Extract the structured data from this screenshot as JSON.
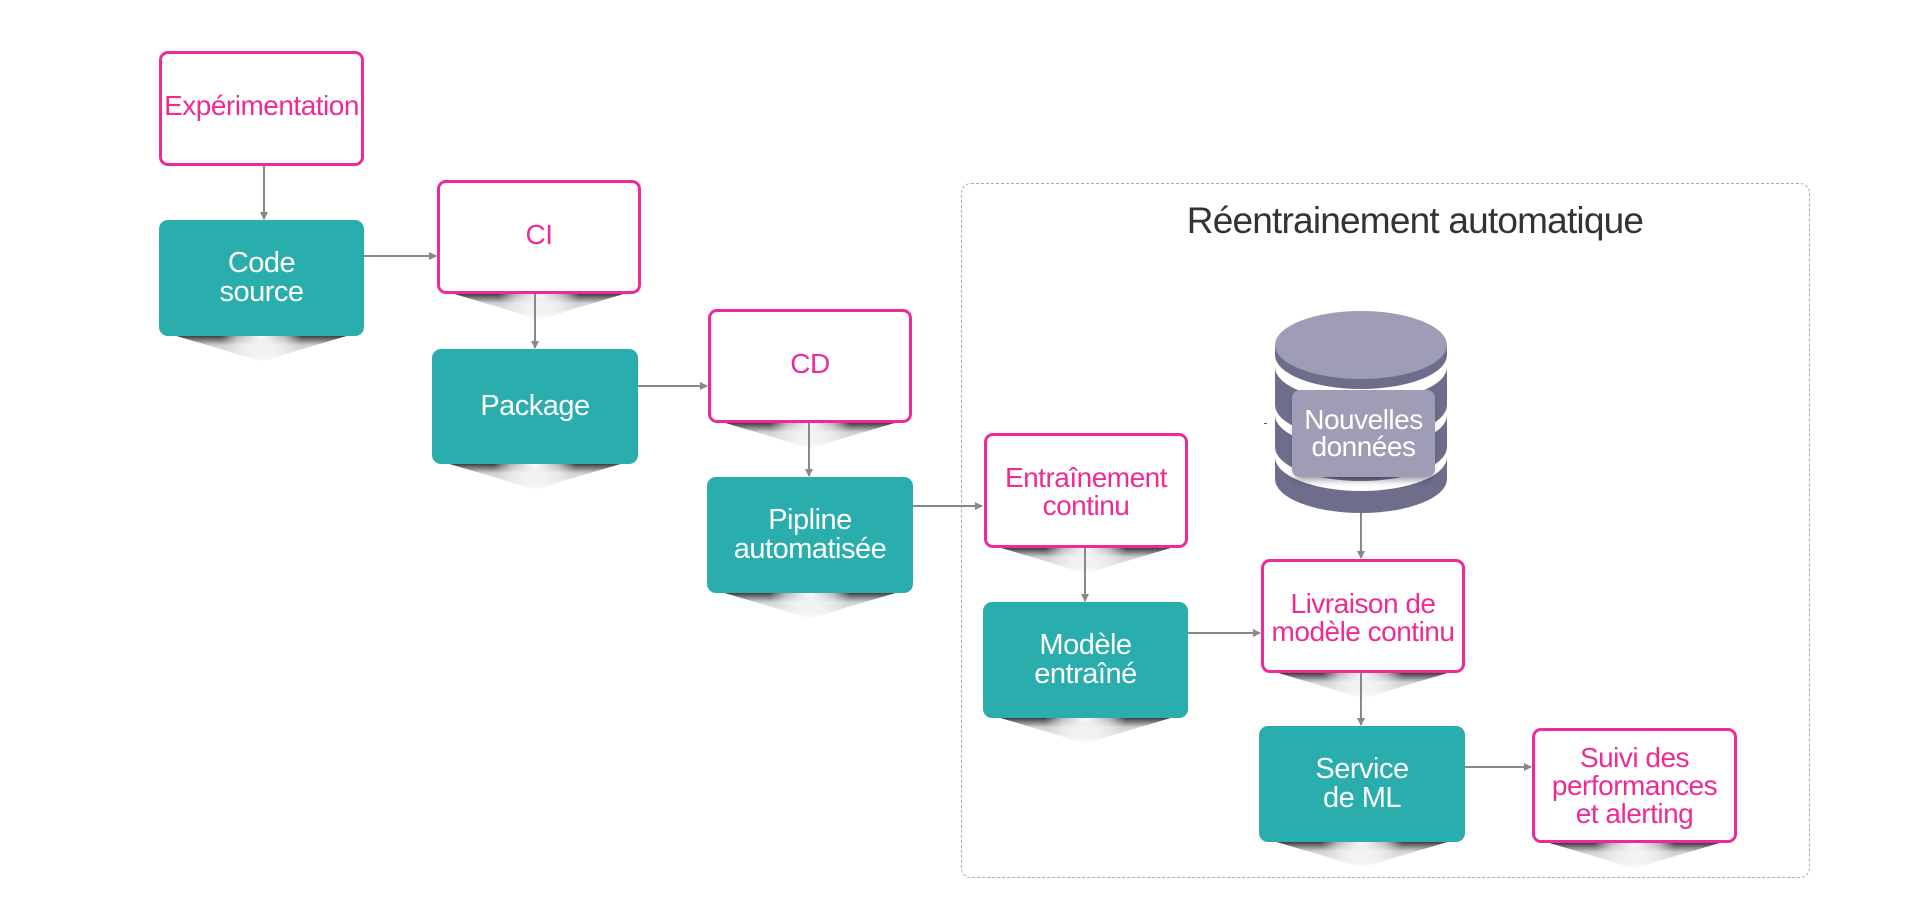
{
  "diagram": {
    "title": "Réentrainement automatique",
    "colors": {
      "pink": "#ee2b95",
      "teal": "#29adad",
      "db_top": "#9e9db5",
      "db_body": "#6e6d8c",
      "arrow": "#888888",
      "container_border": "#a9a8c4"
    },
    "nodes": {
      "experimentation": {
        "label": "Expérimentation",
        "style": "outline"
      },
      "code_source": {
        "label": "Code\nsource",
        "style": "filled"
      },
      "ci": {
        "label": "CI",
        "style": "outline"
      },
      "package": {
        "label": "Package",
        "style": "filled"
      },
      "cd": {
        "label": "CD",
        "style": "outline"
      },
      "pipeline": {
        "label": "Pipline\nautomatisée",
        "style": "filled"
      },
      "entrainement": {
        "label": "Entraînement\ncontinu",
        "style": "outline"
      },
      "modele": {
        "label": "Modèle\nentraîné",
        "style": "filled"
      },
      "nouvelles_donnees": {
        "label": "Nouvelles\ndonnées",
        "style": "database"
      },
      "livraison": {
        "label": "Livraison de\nmodèle continu",
        "style": "outline"
      },
      "service": {
        "label": "Service\nde ML",
        "style": "filled"
      },
      "suivi": {
        "label": "Suivi des\nperformances\net alerting",
        "style": "outline"
      }
    },
    "edges": [
      {
        "from": "experimentation",
        "to": "code_source"
      },
      {
        "from": "code_source",
        "to": "ci"
      },
      {
        "from": "ci",
        "to": "package"
      },
      {
        "from": "package",
        "to": "cd"
      },
      {
        "from": "cd",
        "to": "pipeline"
      },
      {
        "from": "pipeline",
        "to": "entrainement"
      },
      {
        "from": "entrainement",
        "to": "modele"
      },
      {
        "from": "modele",
        "to": "livraison"
      },
      {
        "from": "nouvelles_donnees",
        "to": "livraison"
      },
      {
        "from": "livraison",
        "to": "service"
      },
      {
        "from": "service",
        "to": "suivi"
      }
    ]
  }
}
